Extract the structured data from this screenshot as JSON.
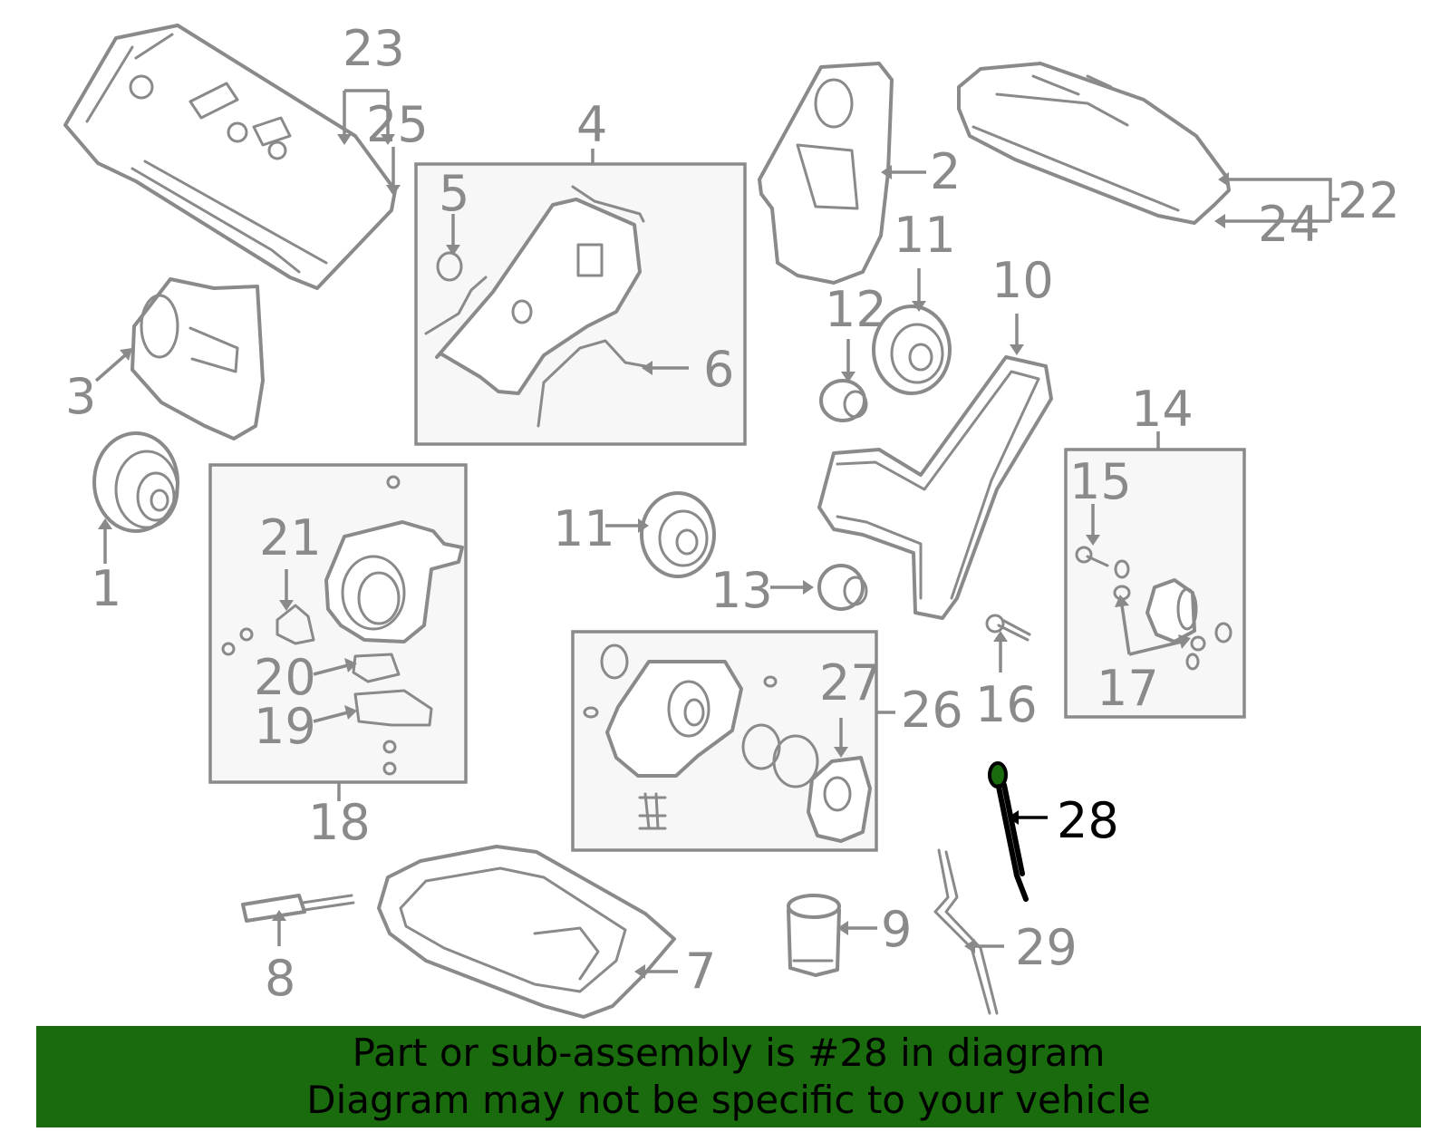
{
  "callouts": {
    "c1": "1",
    "c2": "2",
    "c3": "3",
    "c4": "4",
    "c5": "5",
    "c6": "6",
    "c7": "7",
    "c8": "8",
    "c9": "9",
    "c10": "10",
    "c11a": "11",
    "c11b": "11",
    "c12": "12",
    "c13": "13",
    "c14": "14",
    "c15": "15",
    "c16": "16",
    "c17": "17",
    "c18": "18",
    "c19": "19",
    "c20": "20",
    "c21": "21",
    "c22": "22",
    "c23": "23",
    "c24": "24",
    "c25": "25",
    "c26": "26",
    "c27": "27",
    "c28": "28",
    "c29": "29"
  },
  "highlight": {
    "part_number": "28",
    "color": "#000000"
  },
  "colors": {
    "banner": "#1a6b0e",
    "line": "#8a8a8a",
    "box_fill": "#f7f7f7"
  },
  "banner": {
    "line1": "Part or sub-assembly is #28 in diagram",
    "line2": "Diagram may not be specific to your vehicle"
  }
}
